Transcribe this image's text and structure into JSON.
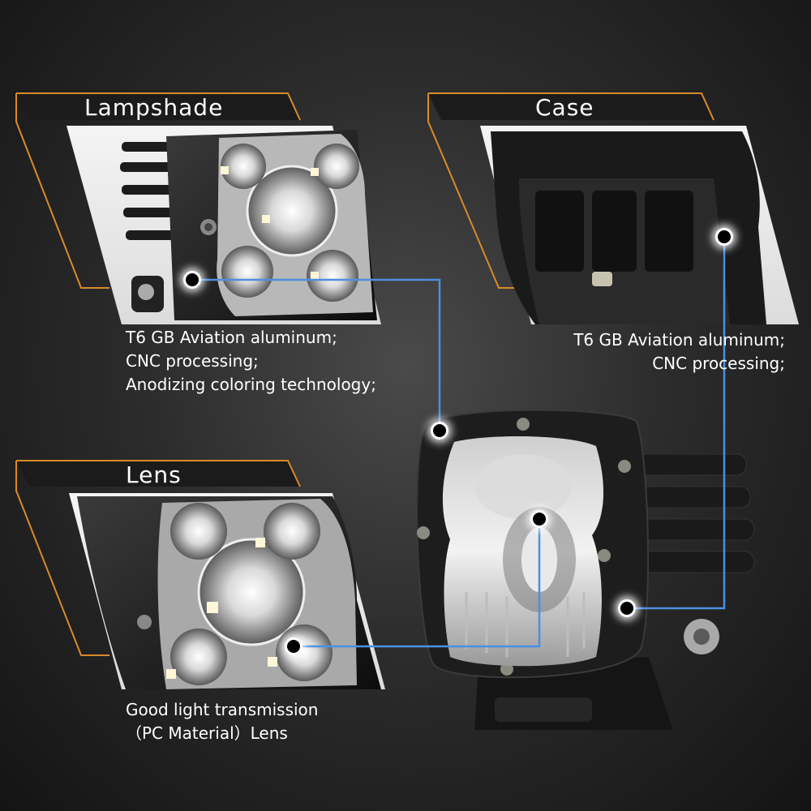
{
  "panels": {
    "lampshade": {
      "title": "Lampshade",
      "lines": [
        "T6 GB Aviation aluminum;",
        "CNC processing;",
        "Anodizing coloring technology;"
      ]
    },
    "case": {
      "title": "Case",
      "lines": [
        "T6 GB Aviation aluminum;",
        "CNC processing;"
      ]
    },
    "lens": {
      "title": "Lens",
      "lines": [
        "Good light transmission",
        "（PC Material）Lens"
      ]
    }
  },
  "colors": {
    "accent_orange": "#d98a2b",
    "connector_blue": "#4a90e2",
    "background": "#2c2c2c"
  }
}
